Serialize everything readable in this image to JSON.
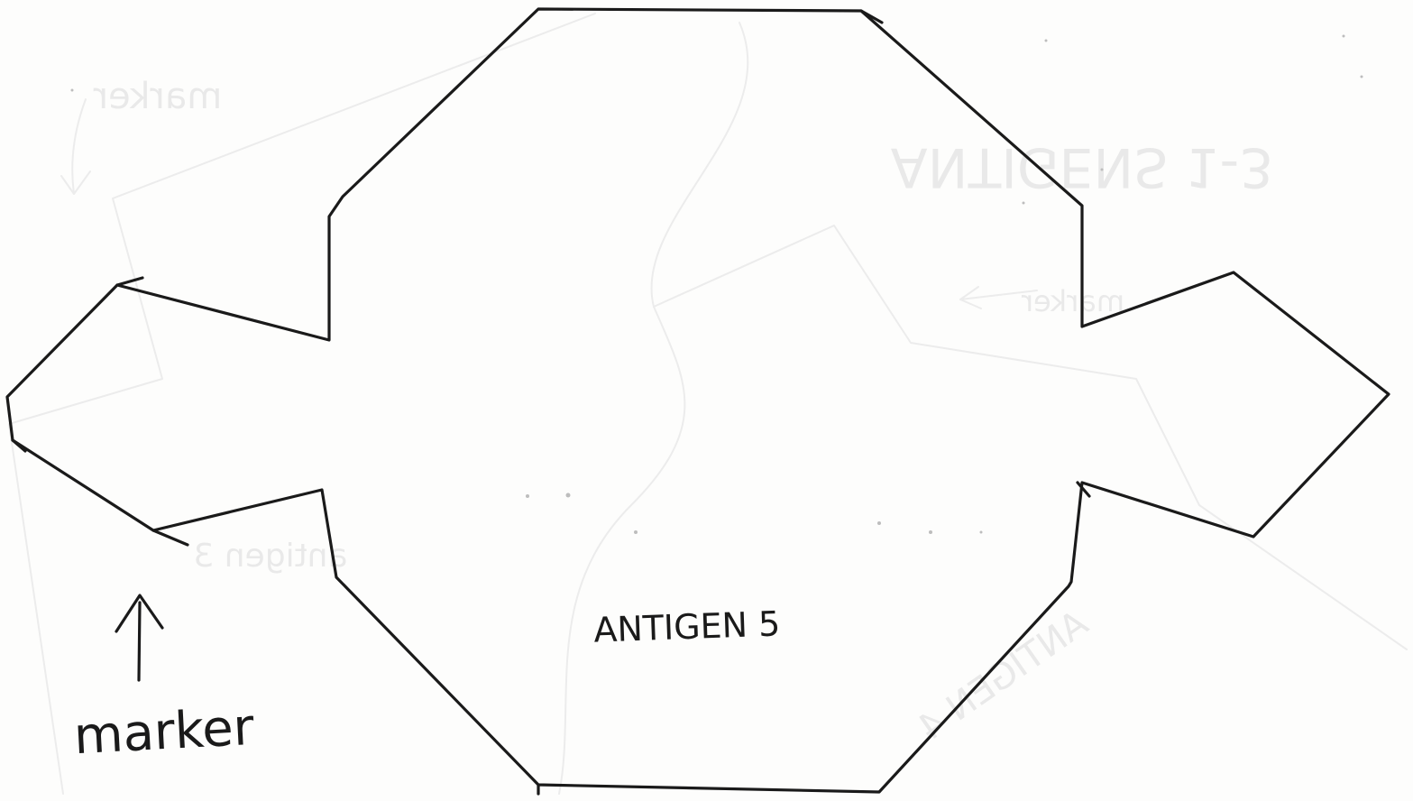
{
  "labels": {
    "main_shape": "ANTIGEN 5",
    "marker": "marker"
  },
  "bleed_through": {
    "antigens_1_3": "ANTIGENS 1-3",
    "marker_top": "marker",
    "marker_right": "marker",
    "antigen_3": "antigen 3",
    "antigen_4": "ANTIGEN 4"
  },
  "colors": {
    "ink": "#1a1a1a",
    "paper": "#fdfdfc",
    "bleed_through": "#e9e9e9"
  }
}
